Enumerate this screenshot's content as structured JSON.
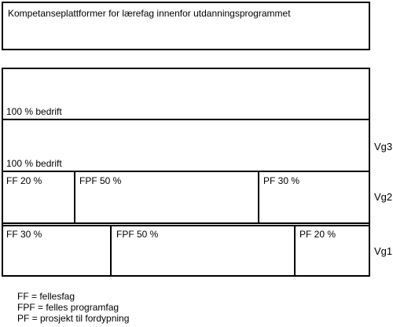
{
  "header": {
    "title": "Kompetanseplattformer for lærefag innenfor utdanningsprogrammet"
  },
  "blocks": {
    "top_bedrift": "100 % bedrift",
    "mid_bedrift": "100 % bedrift"
  },
  "vg2": {
    "level": "Vg2",
    "ff": "FF 20 %",
    "fpf": "FPF 50 %",
    "pf": "PF 30 %"
  },
  "vg1": {
    "level": "Vg1",
    "ff": "FF 30 %",
    "fpf": "FPF 50 %",
    "pf": "PF 20 %"
  },
  "vg3": {
    "level": "Vg3"
  },
  "legend": [
    "FF = fellesfag",
    "FPF = felles programfag",
    "PF = prosjekt til fordypning"
  ]
}
